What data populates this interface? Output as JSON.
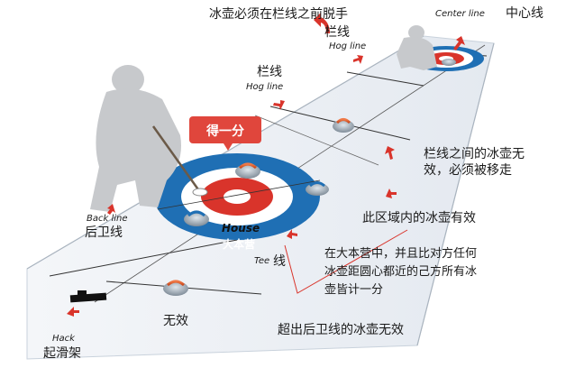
{
  "labels": {
    "release_rule": "冰壶必须在栏线之前脱手",
    "center_line_en": "Center line",
    "center_line_cn": "中心线",
    "hog_line_far_cn": "栏线",
    "hog_line_far_en": "Hog line",
    "hog_line_near_cn": "栏线",
    "hog_line_near_en": "Hog line",
    "score_badge": "得一分",
    "between_hog_line1": "栏线之间的冰壶无",
    "between_hog_line2": "效，必须被移走",
    "valid_zone": "此区域内的冰壶有效",
    "house_en": "House",
    "house_cn": "大本营",
    "back_line_en": "Back line",
    "back_line_cn": "后卫线",
    "tee_en": "Tee",
    "tee_cn": "线",
    "scoring_rule1": "在大本营中，并且比对方任何",
    "scoring_rule2": "冰壶距圆心都近的己方所有冰",
    "scoring_rule3": "壶皆计一分",
    "invalid": "无效",
    "hack_en": "Hack",
    "hack_cn": "起滑架",
    "beyond_back_line": "超出后卫线的冰壶无效"
  },
  "colors": {
    "house_blue": "#1f6fb4",
    "house_red": "#d9342b",
    "ice": "#eef2f7",
    "stone": "#9aa7b4",
    "badge": "#e0463c"
  }
}
